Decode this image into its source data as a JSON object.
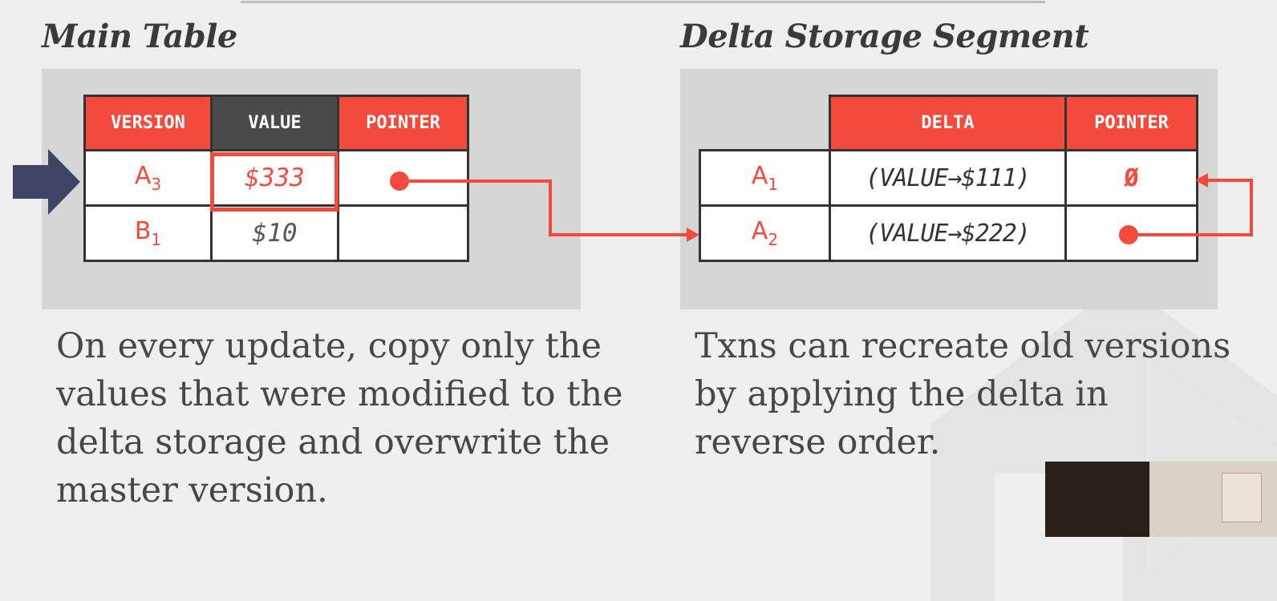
{
  "main_table": {
    "title": "Main Table",
    "headers": {
      "version": "VERSION",
      "value": "VALUE",
      "pointer": "POINTER"
    },
    "rows": [
      {
        "version": "A",
        "version_sub": "3",
        "value": "$333"
      },
      {
        "version": "B",
        "version_sub": "1",
        "value": "$10"
      }
    ],
    "description": "On every update, copy only the values that were modified to the delta storage and overwrite the master version."
  },
  "delta_storage": {
    "title": "Delta Storage Segment",
    "headers": {
      "delta": "DELTA",
      "pointer": "POINTER"
    },
    "rows": [
      {
        "version": "A",
        "version_sub": "1",
        "delta": "(VALUE→$111)",
        "pointer": "Ø"
      },
      {
        "version": "A",
        "version_sub": "2",
        "delta": "(VALUE→$222)"
      }
    ],
    "description": "Txns can recreate old versions by applying the delta in reverse order."
  },
  "colors": {
    "accent": "#f24b3e",
    "dark_header": "#4a4a4a",
    "panel": "#d6d6d6",
    "arrow": "#3e4466"
  }
}
